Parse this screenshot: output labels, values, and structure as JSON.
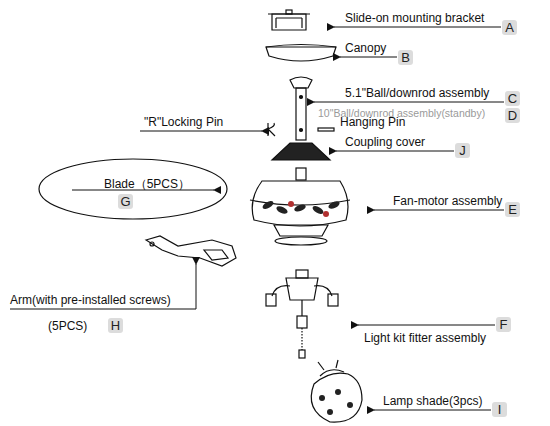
{
  "diagram": {
    "nodes": [
      {
        "text": [
          "A"
        ]
      },
      {
        "text": [
          "B"
        ]
      },
      {
        "text": [
          "C"
        ]
      },
      {
        "text": [
          "D"
        ]
      },
      {
        "text": [
          "J"
        ]
      },
      {
        "text": [
          "Blade（5PCS）"
        ]
      },
      {
        "text": [
          "G"
        ],
        "in": 5
      },
      {
        "text": [
          "E"
        ]
      },
      {
        "text": [
          "H"
        ]
      },
      {
        "text": [
          "F"
        ]
      },
      {
        "text": [
          "I"
        ]
      }
    ],
    "labels": [
      "Slide-on mounting bracket",
      "Canopy",
      "5.1\"Ball/downrod assembly",
      "10\"Ball/downrod assembly(standby)",
      "\"R\"Locking Pin",
      "Hanging Pin",
      "Coupling cover",
      "Fan-motor assembly",
      "Arm(with pre-installed screws)",
      "(5PCS)",
      "Light kit fitter assembly",
      "Lamp shade(3pcs)"
    ]
  }
}
